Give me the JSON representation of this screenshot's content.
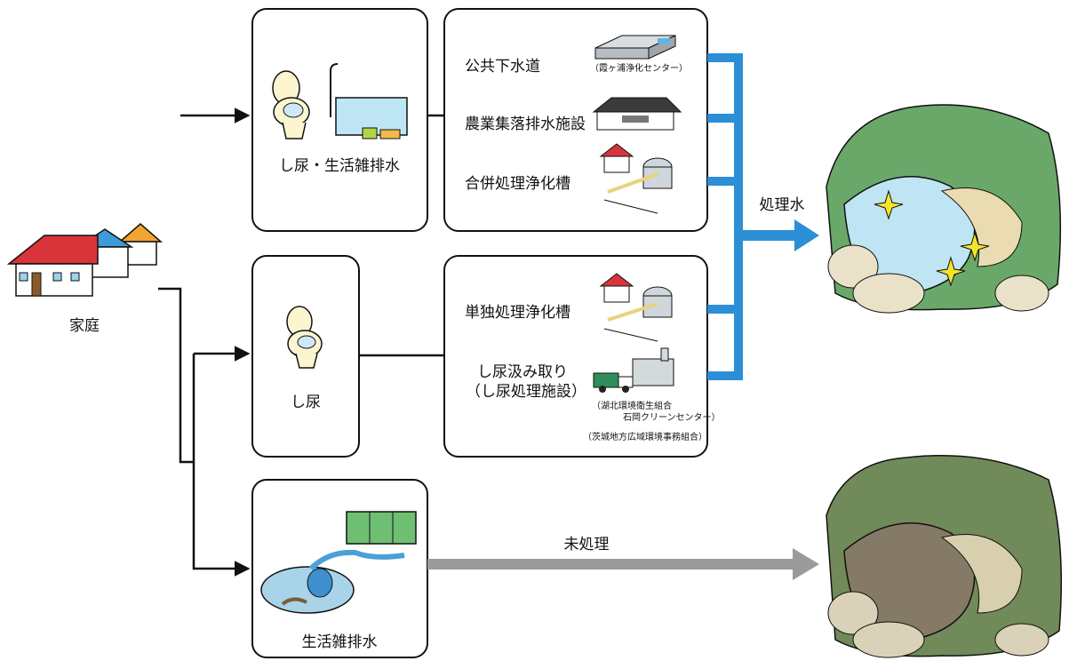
{
  "source": {
    "label": "家庭"
  },
  "categories": [
    {
      "id": "cat-1",
      "label": "し尿・生活雑排水"
    },
    {
      "id": "cat-2",
      "label": "し尿"
    },
    {
      "id": "cat-3",
      "label": "生活雑排水"
    }
  ],
  "facilities_group1": [
    {
      "label": "公共下水道",
      "note": "（霞ヶ浦浄化センター）"
    },
    {
      "label": "農業集落排水施設"
    },
    {
      "label": "合併処理浄化槽"
    }
  ],
  "facilities_group2": [
    {
      "label": "単独処理浄化槽"
    },
    {
      "label": "し尿汲み取り",
      "label2": "（し尿処理施設）",
      "notes": [
        "（湖北環境衛生組合",
        "石岡クリーンセンター）",
        "（茨城地方広域環境事務組合）"
      ]
    }
  ],
  "flows": {
    "treated": "処理水",
    "untreated": "未処理"
  },
  "colors": {
    "treated_arrow": "#2b8fd6",
    "untreated_arrow": "#9a9a9a",
    "line": "#111111"
  },
  "icons": [
    "houses-icon",
    "toilet-icon",
    "bathtub-icon",
    "sewage-plant-icon",
    "farm-building-icon",
    "septic-tank-icon",
    "truck-facility-icon",
    "dirty-water-icon",
    "clean-river-icon",
    "polluted-river-icon"
  ]
}
